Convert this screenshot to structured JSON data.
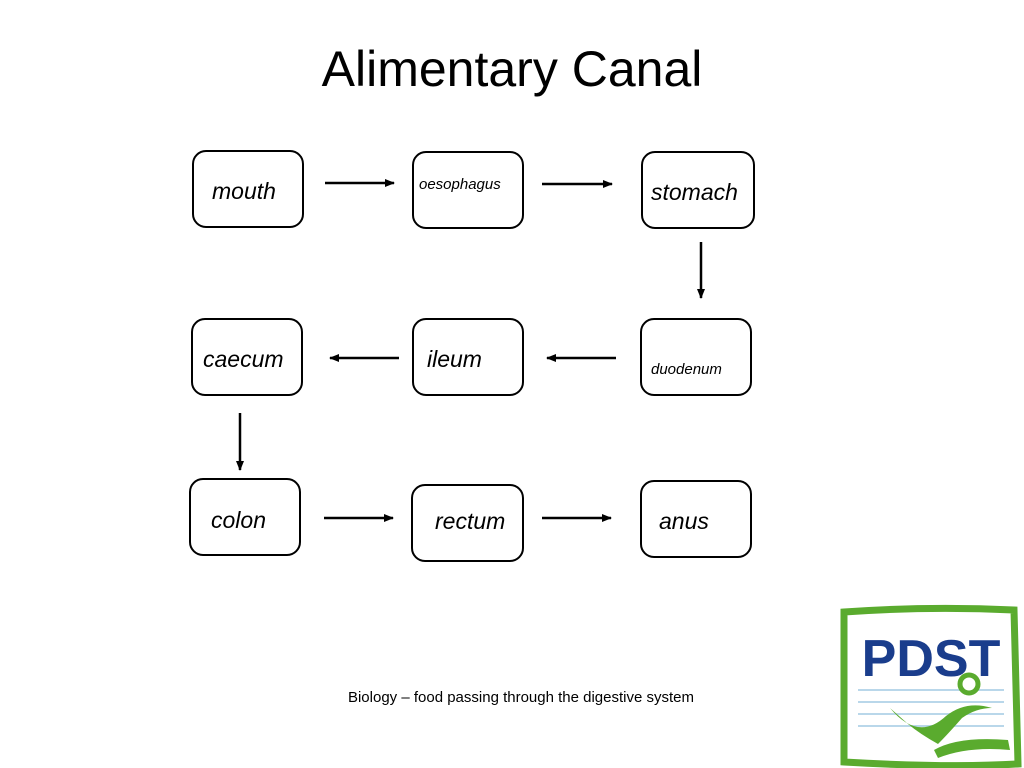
{
  "title": "Alimentary Canal",
  "nodes": {
    "mouth": "mouth",
    "oesophagus": "oesophagus",
    "stomach": "stomach",
    "caecum": "caecum",
    "ileum": "ileum",
    "duodenum": "duodenum",
    "colon": "colon",
    "rectum": "rectum",
    "anus": "anus"
  },
  "flow": [
    [
      "mouth",
      "oesophagus"
    ],
    [
      "oesophagus",
      "stomach"
    ],
    [
      "stomach",
      "duodenum"
    ],
    [
      "duodenum",
      "ileum"
    ],
    [
      "ileum",
      "caecum"
    ],
    [
      "caecum",
      "colon"
    ],
    [
      "colon",
      "rectum"
    ],
    [
      "rectum",
      "anus"
    ]
  ],
  "caption": "Biology – food passing through the digestive system",
  "logo": {
    "text": "PDST",
    "colors": {
      "green": "#5aab2e",
      "blue": "#1a3d8c",
      "light_blue": "#b9d7ea"
    }
  }
}
